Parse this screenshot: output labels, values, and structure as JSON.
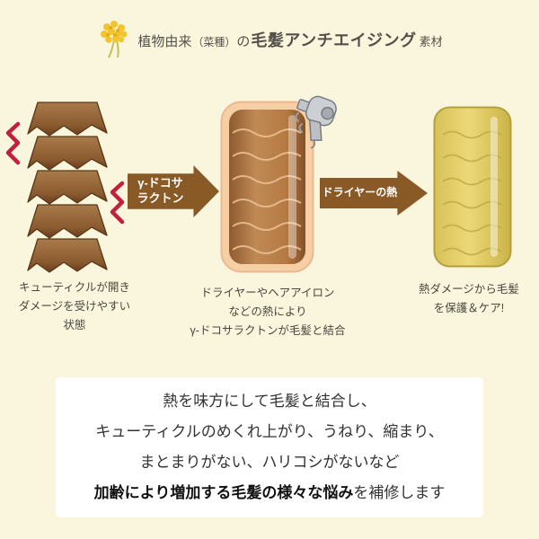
{
  "colors": {
    "background": "#faf6dd",
    "arrow": "#8a5a26",
    "damage_mark": "#c21f3a",
    "caption_text": "#4a473f",
    "summary_background": "#ffffff",
    "damaged_hair": "#8a5a30",
    "bonding_hair": "#c08a55",
    "protected_hair": "#ecd878"
  },
  "header": {
    "icon": "rapeseed-flower-icon",
    "title_part1": "植物由来",
    "title_part2": "（菜種）",
    "title_part3": "の",
    "title_part4": "毛髪アンチエイジング",
    "title_part5": "素材"
  },
  "arrows": {
    "first": {
      "label_line1": "γ-ドコサ",
      "label_line2": "ラクトン"
    },
    "second": {
      "label": "ドライヤーの熱"
    }
  },
  "steps": {
    "damaged": {
      "caption_lines": [
        "キューティクルが開き",
        "ダメージを受けやすい",
        "状態"
      ]
    },
    "bonding": {
      "caption_lines": [
        "ドライヤーやヘアアイロン",
        "などの熱により",
        "γ-ドコサラクトンが毛髪と結合"
      ]
    },
    "protected": {
      "caption_lines": [
        "熱ダメージから毛髪",
        "を保護＆ケア!"
      ]
    }
  },
  "summary": {
    "lines": [
      "熱を味方にして毛髪と結合し、",
      "キューティクルのめくれ上がり、うねり、縮まり、",
      "まとまりがない、ハリコシがないなど"
    ],
    "final_line_bold": "加齢により増加する毛髪の様々な悩み",
    "final_line_normal": "を補修します"
  }
}
